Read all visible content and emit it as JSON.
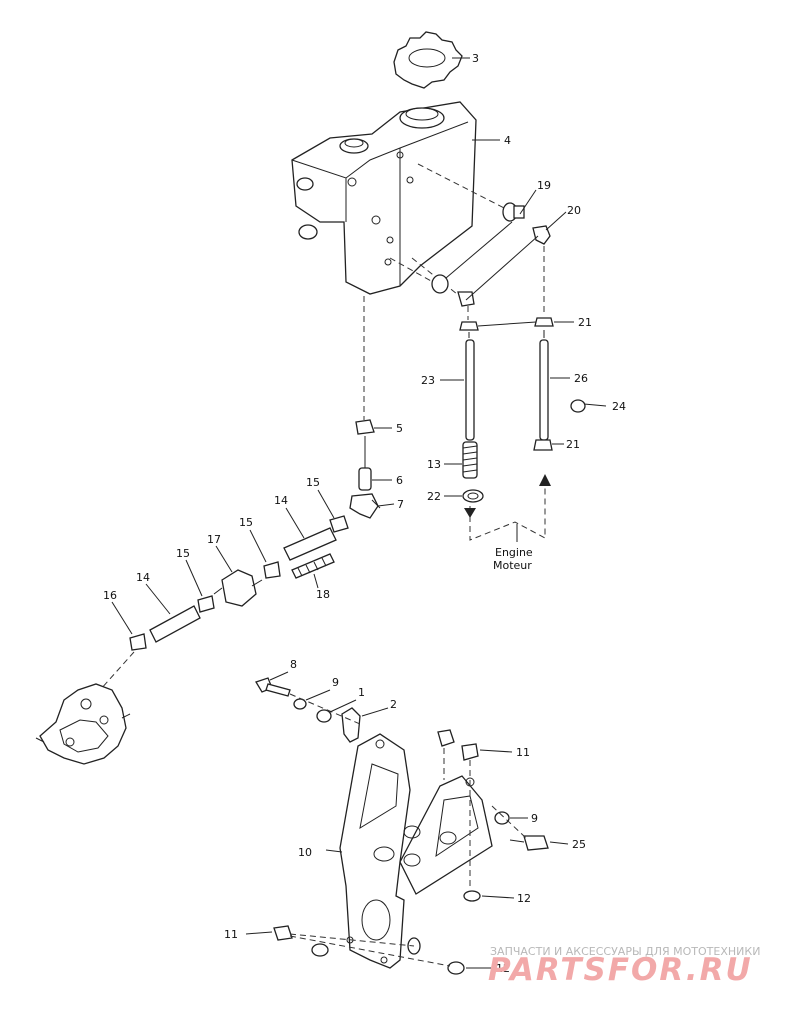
{
  "callouts": {
    "c1": "1",
    "c2": "2",
    "c3": "3",
    "c4": "4",
    "c5": "5",
    "c6": "6",
    "c7": "7",
    "c8": "8",
    "c9a": "9",
    "c9b": "9",
    "c10": "10",
    "c11a": "11",
    "c11b": "11",
    "c12a": "12",
    "c12b": "12",
    "c13": "13",
    "c14a": "14",
    "c14b": "14",
    "c15a": "15",
    "c15b": "15",
    "c15c": "15",
    "c16": "16",
    "c17": "17",
    "c18": "18",
    "c19": "19",
    "c20": "20",
    "c21a": "21",
    "c21b": "21",
    "c22": "22",
    "c23": "23",
    "c24": "24",
    "c25": "25",
    "c26": "26"
  },
  "engine_label": {
    "en": "Engine",
    "fr": "Moteur"
  },
  "watermark": {
    "tagline": "ЗАПЧАСТИ И АКСЕССУАРЫ ДЛЯ МОТОТЕХНИКИ",
    "brand": "PARTSFOR.RU"
  }
}
